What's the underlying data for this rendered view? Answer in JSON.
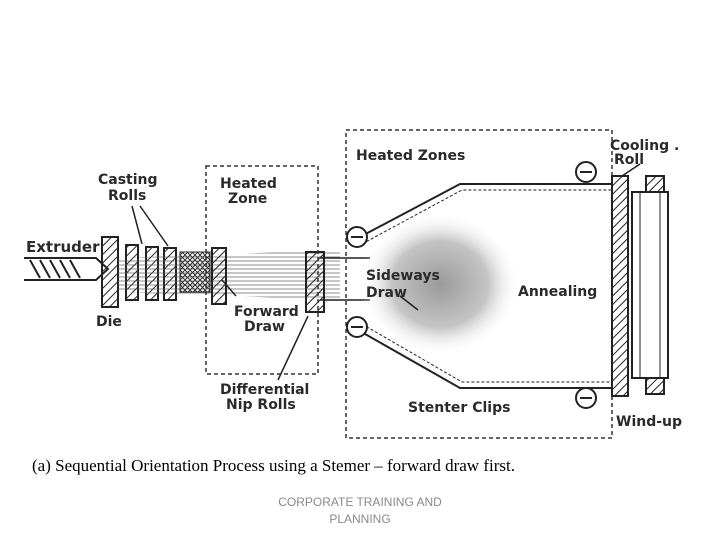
{
  "labels": {
    "extruder": "Extruder",
    "die": "Die",
    "casting_rolls_1": "Casting",
    "casting_rolls_2": "Rolls",
    "heated_zone_1": "Heated",
    "heated_zone_2": "Zone",
    "forward_draw_1": "Forward",
    "forward_draw_2": "Draw",
    "differential_1": "Differential",
    "differential_2": "Nip Rolls",
    "heated_zones": "Heated Zones",
    "sideways_draw_1": "Sideways",
    "sideways_draw_2": "Draw",
    "annealing": "Annealing",
    "stenter_clips": "Stenter Clips",
    "cooling_roll_1": "Cooling .",
    "cooling_roll_2": "Roll",
    "wind_up": "Wind-up"
  },
  "caption": "(a) Sequential Orientation Process using a Stemer – forward draw first.",
  "footer_1": "CORPORATE TRAINING AND",
  "footer_2": "PLANNING"
}
